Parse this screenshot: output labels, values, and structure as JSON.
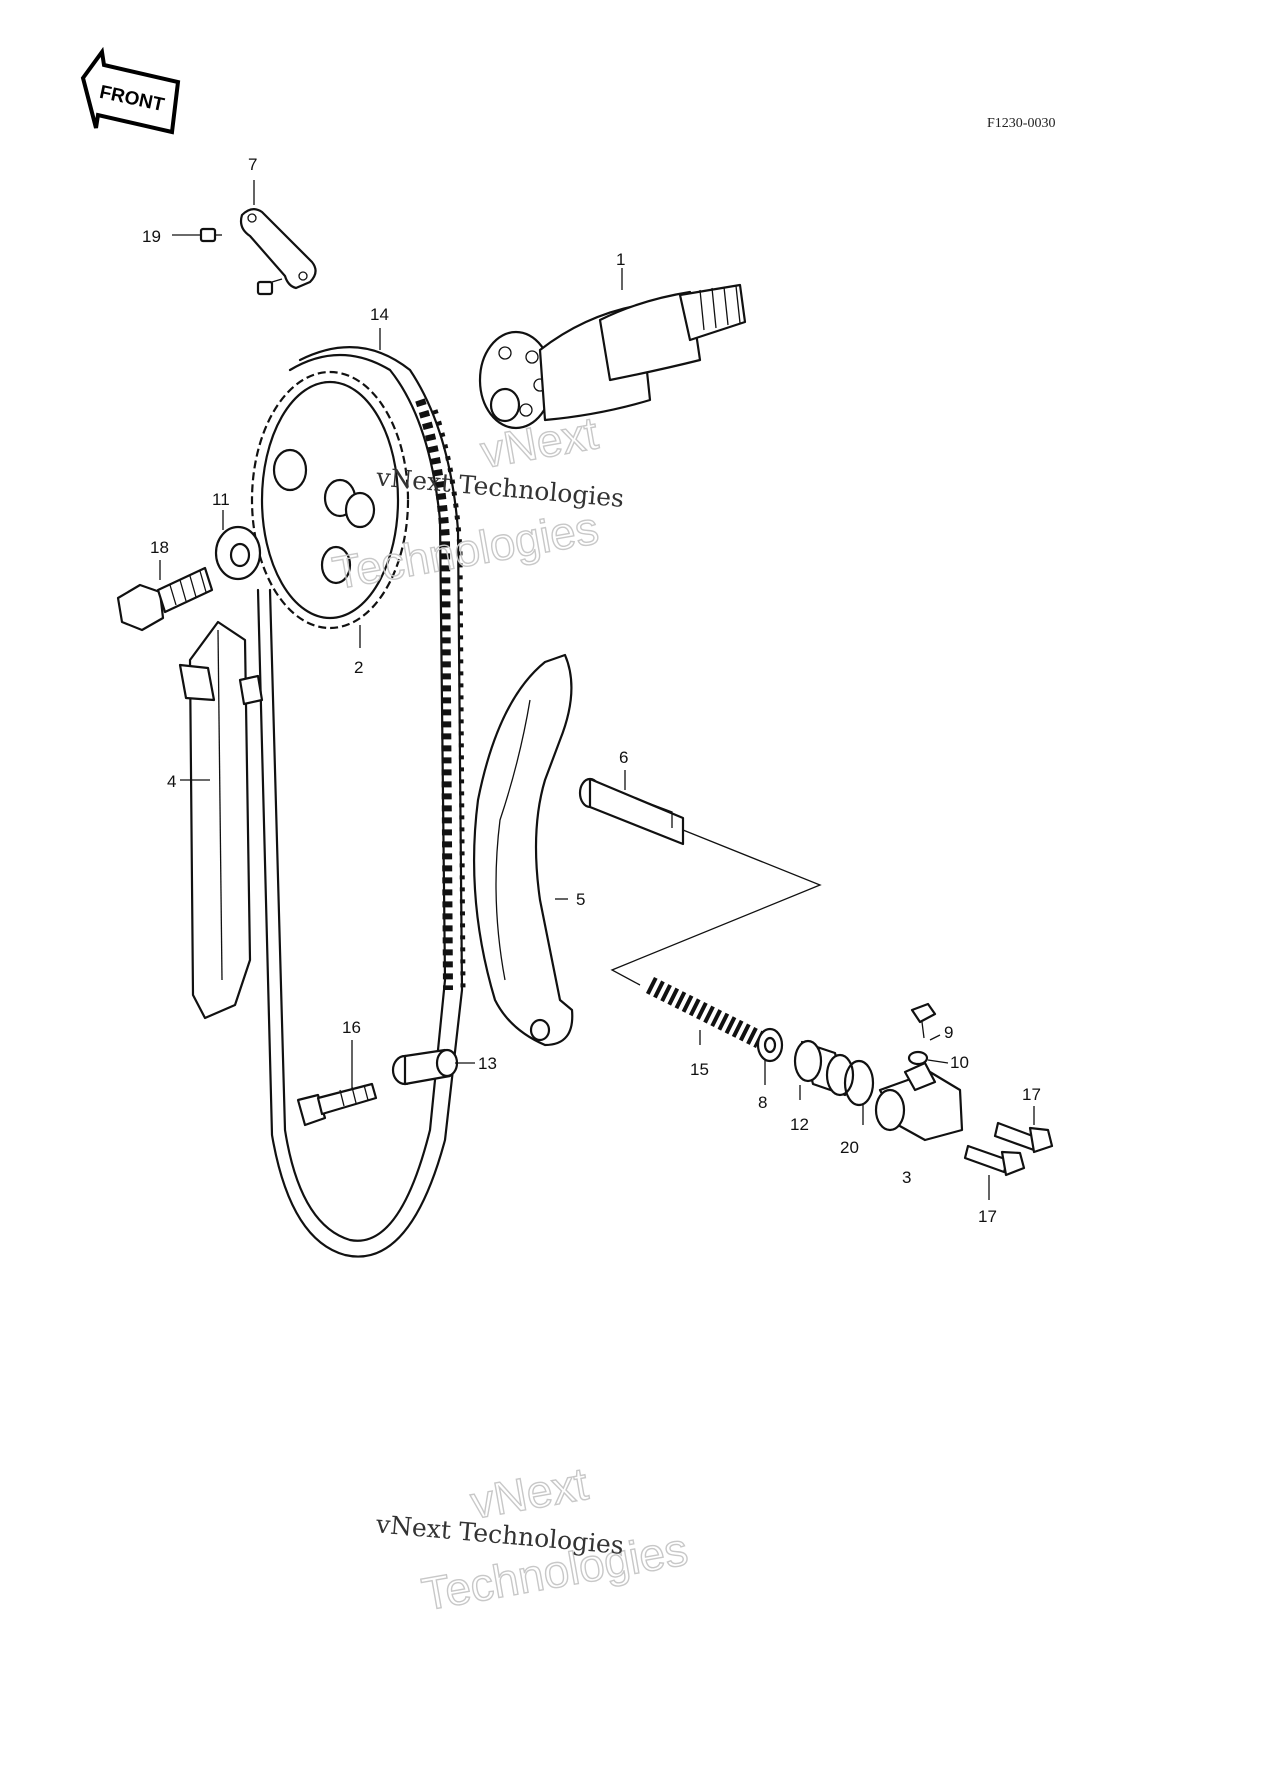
{
  "diagram": {
    "figure_code": "F1230-0030",
    "front_label": "FRONT",
    "watermark": {
      "brand": "vNext",
      "name": "Technologies",
      "full": "vNext Technologies"
    },
    "callouts": [
      "1",
      "2",
      "3",
      "4",
      "5",
      "6",
      "7",
      "8",
      "9",
      "10",
      "11",
      "12",
      "13",
      "14",
      "15",
      "16",
      "17",
      "17",
      "18",
      "19",
      "20"
    ]
  }
}
